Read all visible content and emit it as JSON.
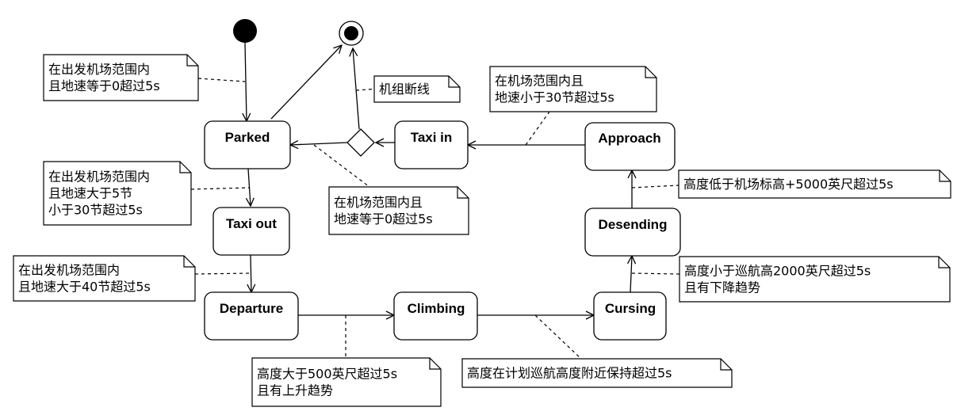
{
  "states": {
    "parked": "Parked",
    "taxi_out": "Taxi out",
    "departure": "Departure",
    "climbing": "Climbing",
    "cursing": "Cursing",
    "desending": "Desending",
    "approach": "Approach",
    "taxi_in": "Taxi in"
  },
  "notes": {
    "start_parked": [
      "在出发机场范围内",
      "且地速等于0超过5s"
    ],
    "parked_taxiout": [
      "在出发机场范围内",
      "且地速大于5节",
      "小于30节超过5s"
    ],
    "taxiout_departure": [
      "在出发机场范围内",
      "且地速大于40节超过5s"
    ],
    "departure_climbing": [
      "高度大于500英尺超过5s",
      "且有上升趋势"
    ],
    "climbing_cursing": [
      "高度在计划巡航高度附近保持超过5s"
    ],
    "cursing_desending": [
      "高度小于巡航高2000英尺超过5s",
      "且有下降趋势"
    ],
    "desending_approach": [
      "高度低于机场标高+5000英尺超过5s"
    ],
    "approach_taxiin": [
      "在机场范围内且",
      "地速小于30节超过5s"
    ],
    "taxiin_parked": [
      "在机场范围内且",
      "地速等于0超过5s"
    ],
    "disconnect": [
      "机组断线"
    ]
  },
  "colors": {
    "stroke": "#000000",
    "fill": "#ffffff"
  }
}
